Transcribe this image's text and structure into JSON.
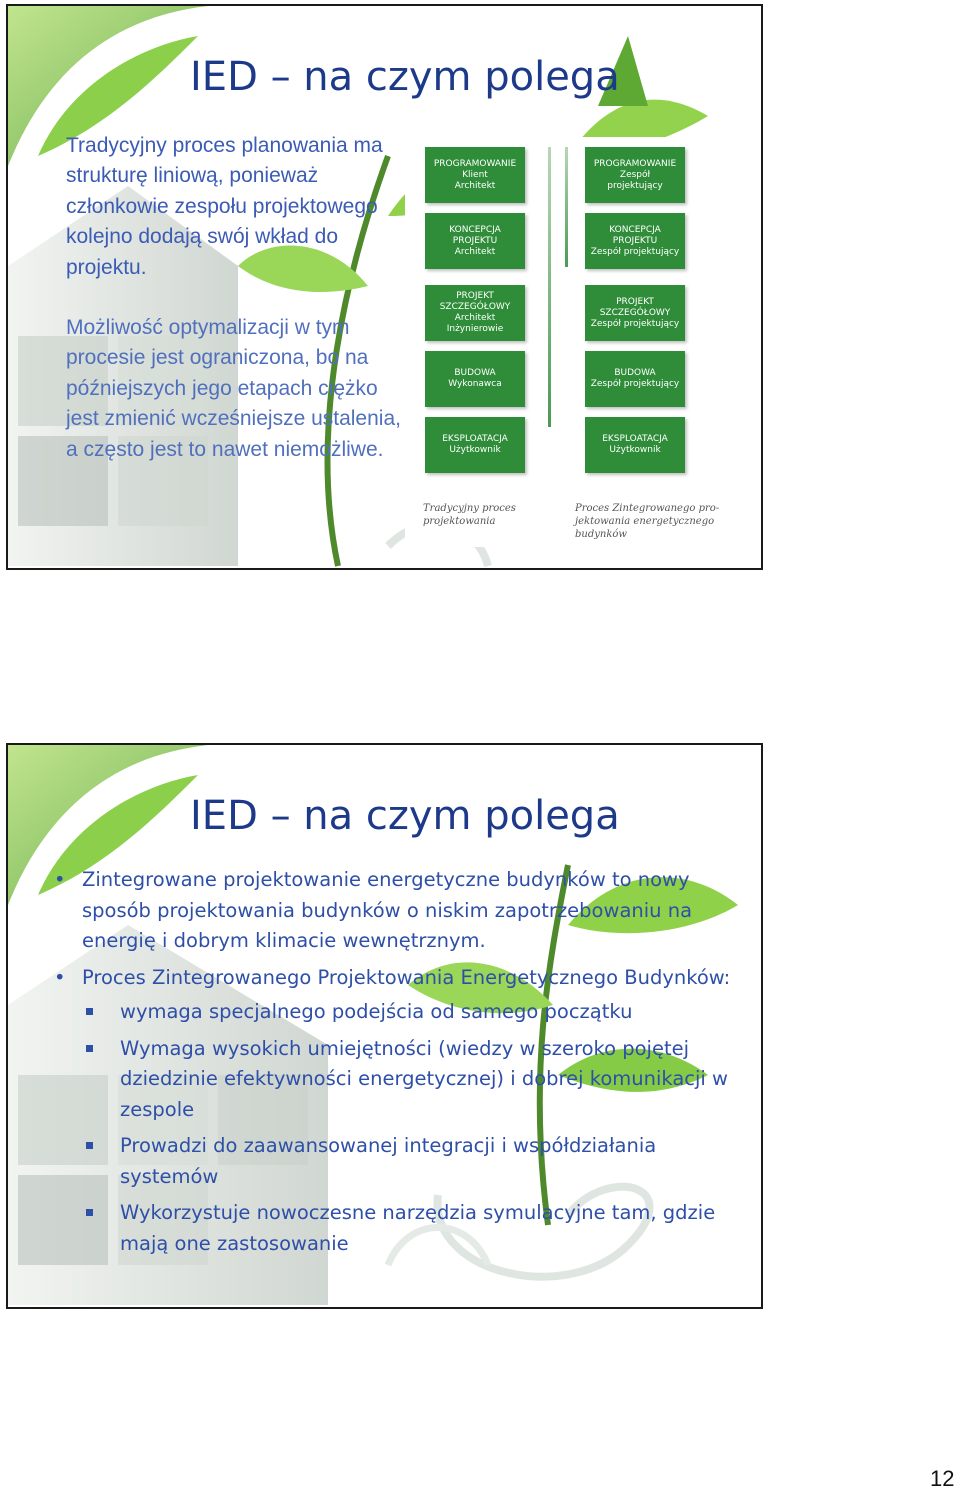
{
  "slide1": {
    "title": "IED – na czym polega",
    "paragraph1": "Tradycyjny proces planowania ma strukturę liniową, ponieważ członkowie zespołu projektowego kolejno dodają swój wkład do projektu.",
    "paragraph2": "Możliwość optymalizacji w tym procesie jest ograniczona, bo na późniejszych jego etapach ciężko jest zmienić wcześniejsze ustalenia, a często jest to nawet niemożliwe.",
    "diagram": {
      "left_column": [
        {
          "lines": [
            "PROGRAMOWANIE",
            "Klient",
            "Architekt"
          ]
        },
        {
          "lines": [
            "KONCEPCJA",
            "PROJEKTU",
            "Architekt"
          ]
        },
        {
          "lines": [
            "PROJEKT",
            "SZCZEGÓŁOWY",
            "Architekt",
            "Inżynierowie"
          ]
        },
        {
          "lines": [
            "BUDOWA",
            "Wykonawca"
          ]
        },
        {
          "lines": [
            "EKSPLOATACJA",
            "Użytkownik"
          ]
        }
      ],
      "right_column": [
        {
          "lines": [
            "PROGRAMOWANIE",
            "Zespół",
            "projektujący"
          ]
        },
        {
          "lines": [
            "KONCEPCJA",
            "PROJEKTU",
            "Zespół projektujący"
          ]
        },
        {
          "lines": [
            "PROJEKT",
            "SZCZEGÓŁOWY",
            "Zespół projektujący"
          ]
        },
        {
          "lines": [
            "BUDOWA",
            "Zespół projektujący"
          ]
        },
        {
          "lines": [
            "EKSPLOATACJA",
            "Użytkownik"
          ]
        }
      ],
      "left_caption": [
        "Tradycyjny proces",
        "projektowania"
      ],
      "right_caption": [
        "Proces Zintegrowanego pro-",
        "jektowania energetycznego",
        "budynków"
      ]
    }
  },
  "slide2": {
    "title": "IED – na czym polega",
    "bullet1": "Zintegrowane projektowanie energetyczne budynków to nowy sposób projektowania budynków o niskim zapotrzebowaniu na energię i dobrym klimacie wewnętrznym.",
    "bullet2": "Proces  Zintegrowanego Projektowania Energetycznego Budynków:",
    "sub_items": [
      "wymaga specjalnego podejścia od samego początku",
      "Wymaga wysokich umiejętności (wiedzy w szeroko pojętej dziedzinie efektywności energetycznej) i dobrej komunikacji w zespole",
      "Prowadzi do zaawansowanej integracji i współdziałania systemów",
      "Wykorzystuje nowoczesne narzędzia symulacyjne tam, gdzie mają one zastosowanie"
    ]
  },
  "page_number": "12",
  "colors": {
    "title": "#1d3a8a",
    "body_text": "#3b5bb5",
    "diagram_box": "#2f8d3a",
    "leaf_green": "#6fbf3a",
    "cube_grey": "#c9cfc9"
  }
}
